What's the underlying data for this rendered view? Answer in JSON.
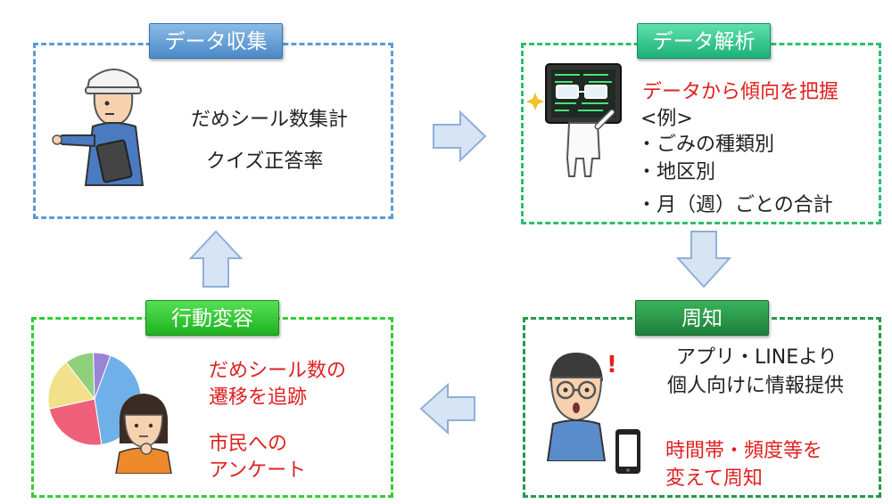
{
  "collect": {
    "title": "データ収集",
    "line1": "だめシール数集計",
    "line2": "クイズ正答率"
  },
  "analyze": {
    "title": "データ解析",
    "headline": "データから傾向を把握",
    "example": "<例>",
    "items": [
      "・ごみの種類別",
      "・地区別",
      "・月（週）ごとの合計"
    ]
  },
  "notify": {
    "title": "周知",
    "line1": "アプリ・LINEより",
    "line2": "個人向けに情報提供",
    "red1": "時間帯・頻度等を",
    "red2": "変えて周知"
  },
  "change": {
    "title": "行動変容",
    "red1": "だめシール数の",
    "red2": "遷移を追跡",
    "red3": "市民への",
    "red4": "アンケート"
  },
  "colors": {
    "collect": "#5b9bd5",
    "analyze": "#2dbf6e",
    "notify": "#249a4a",
    "change": "#33cc33",
    "emphasis": "#e02020",
    "arrow_fill": "#d6e4f4",
    "arrow_stroke": "#8fb0d6"
  },
  "pie_chart": {
    "slices": [
      {
        "value": 42,
        "color": "#6fb0e8"
      },
      {
        "value": 24,
        "color": "#f0607a"
      },
      {
        "value": 18,
        "color": "#f3e08a"
      },
      {
        "value": 10,
        "color": "#8fd07a"
      },
      {
        "value": 6,
        "color": "#9a84d6"
      }
    ]
  }
}
